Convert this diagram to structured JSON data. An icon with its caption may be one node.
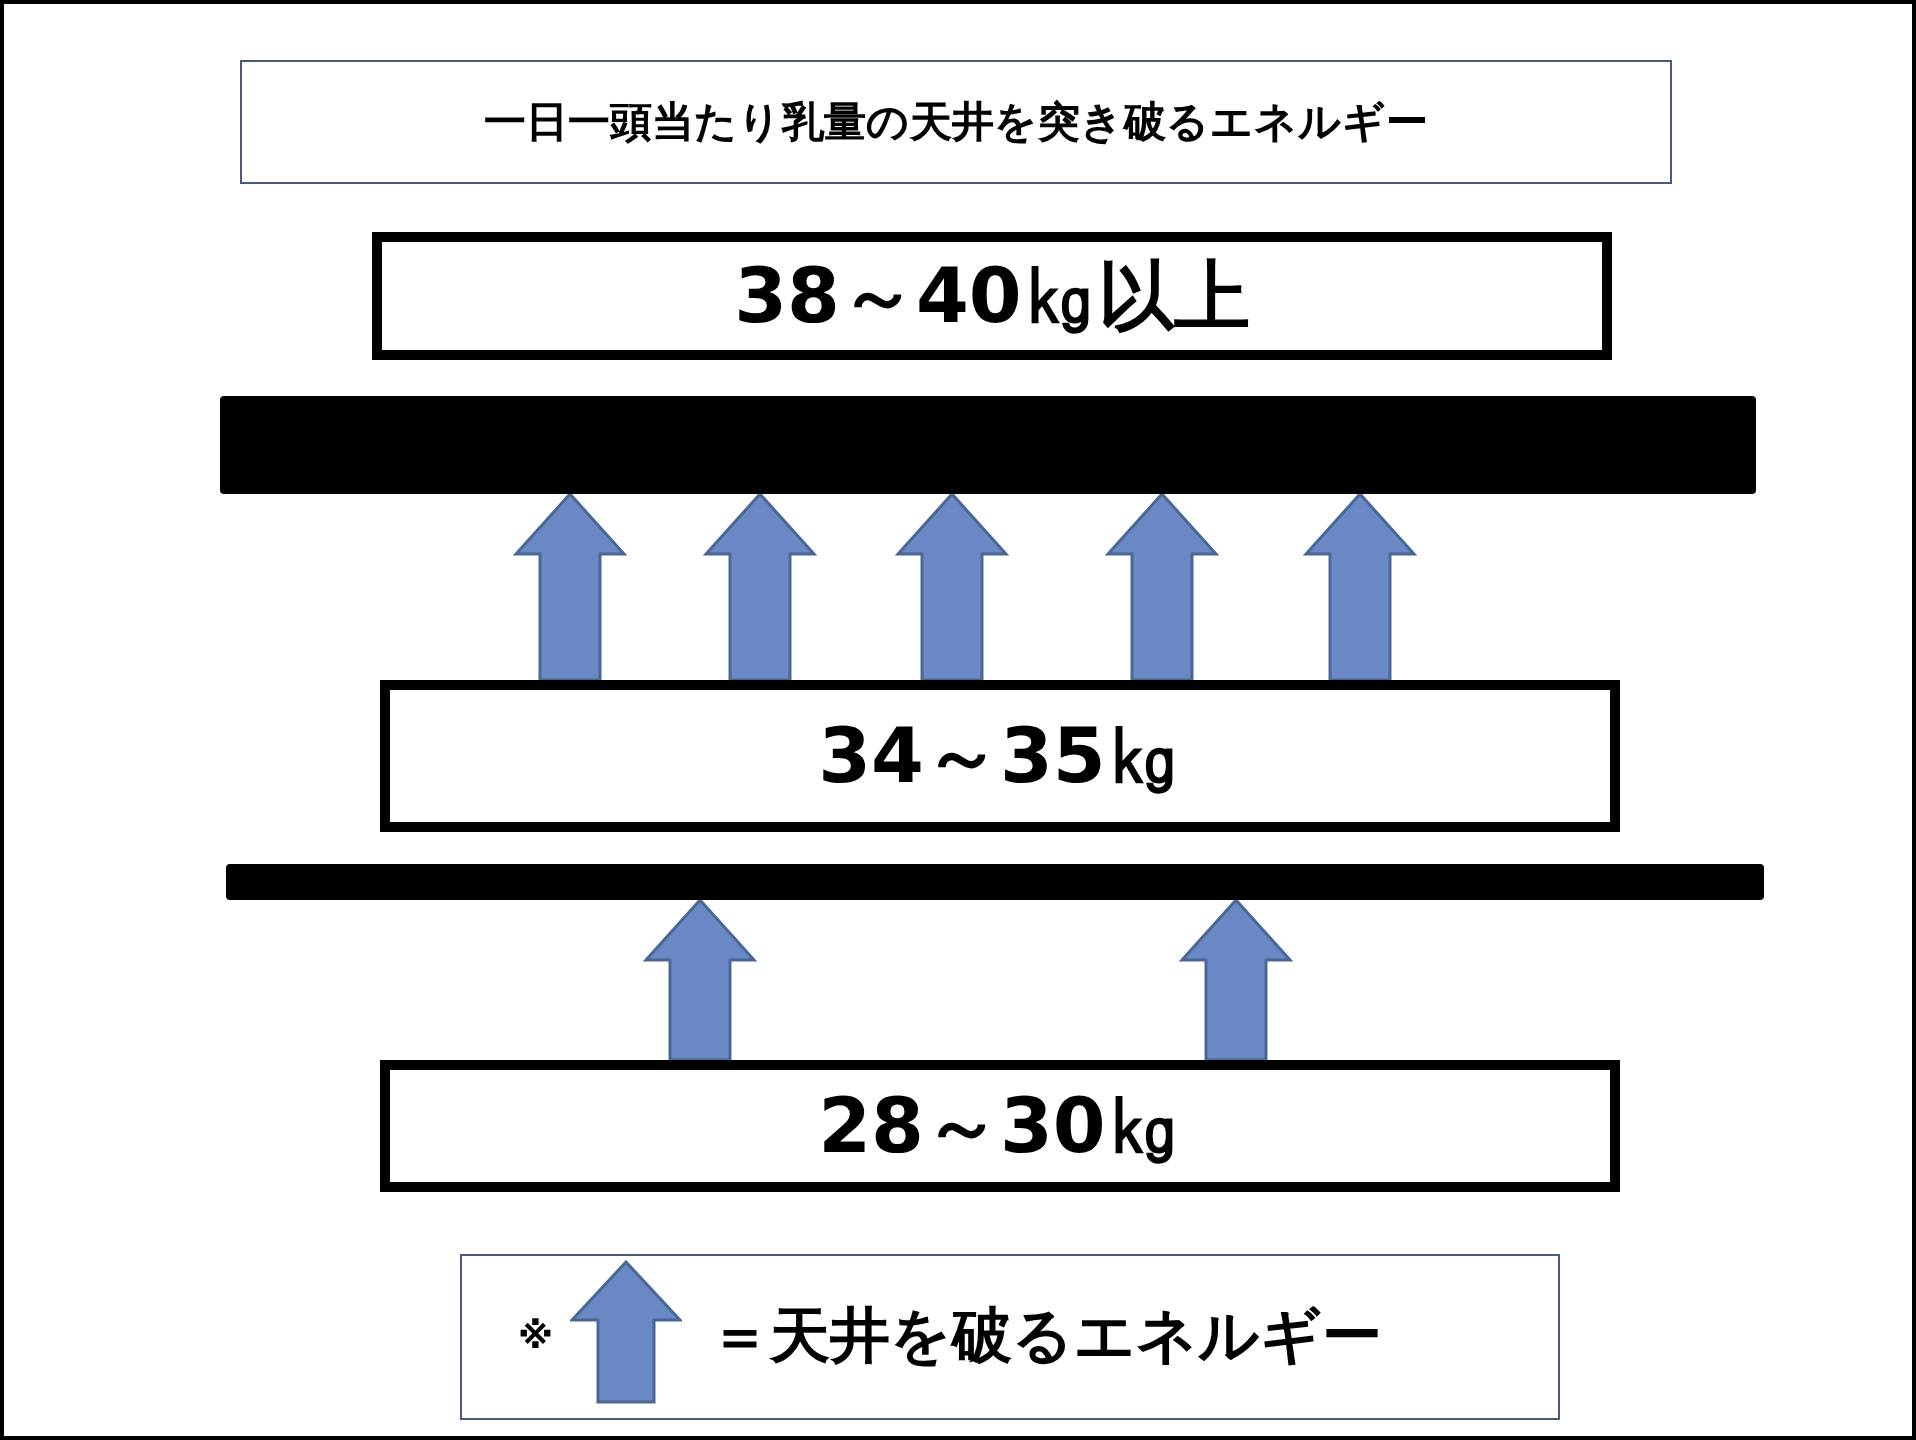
{
  "diagram": {
    "nodes": [
      {
        "text": [
          "一日一頭当たり乳量の天井を突き破るエネルギー"
        ]
      },
      {
        "text": [
          "38～40㎏以上"
        ]
      },
      {
        "text": [],
        "shape": "bar"
      },
      {
        "text": [
          "34～35㎏"
        ]
      },
      {
        "text": [],
        "shape": "bar"
      },
      {
        "text": [
          "28～30㎏"
        ]
      }
    ],
    "edges": [
      {
        "from": 3,
        "to": 2,
        "arrow": "to"
      },
      {
        "from": 3,
        "to": 2,
        "arrow": "to"
      },
      {
        "from": 3,
        "to": 2,
        "arrow": "to"
      },
      {
        "from": 3,
        "to": 2,
        "arrow": "to"
      },
      {
        "from": 3,
        "to": 2,
        "arrow": "to"
      },
      {
        "from": 5,
        "to": 4,
        "arrow": "to"
      },
      {
        "from": 5,
        "to": 4,
        "arrow": "to"
      }
    ],
    "labels": [
      "※"
    ],
    "legend": [
      {
        "text": "＝天井を破るエネルギー"
      }
    ]
  }
}
